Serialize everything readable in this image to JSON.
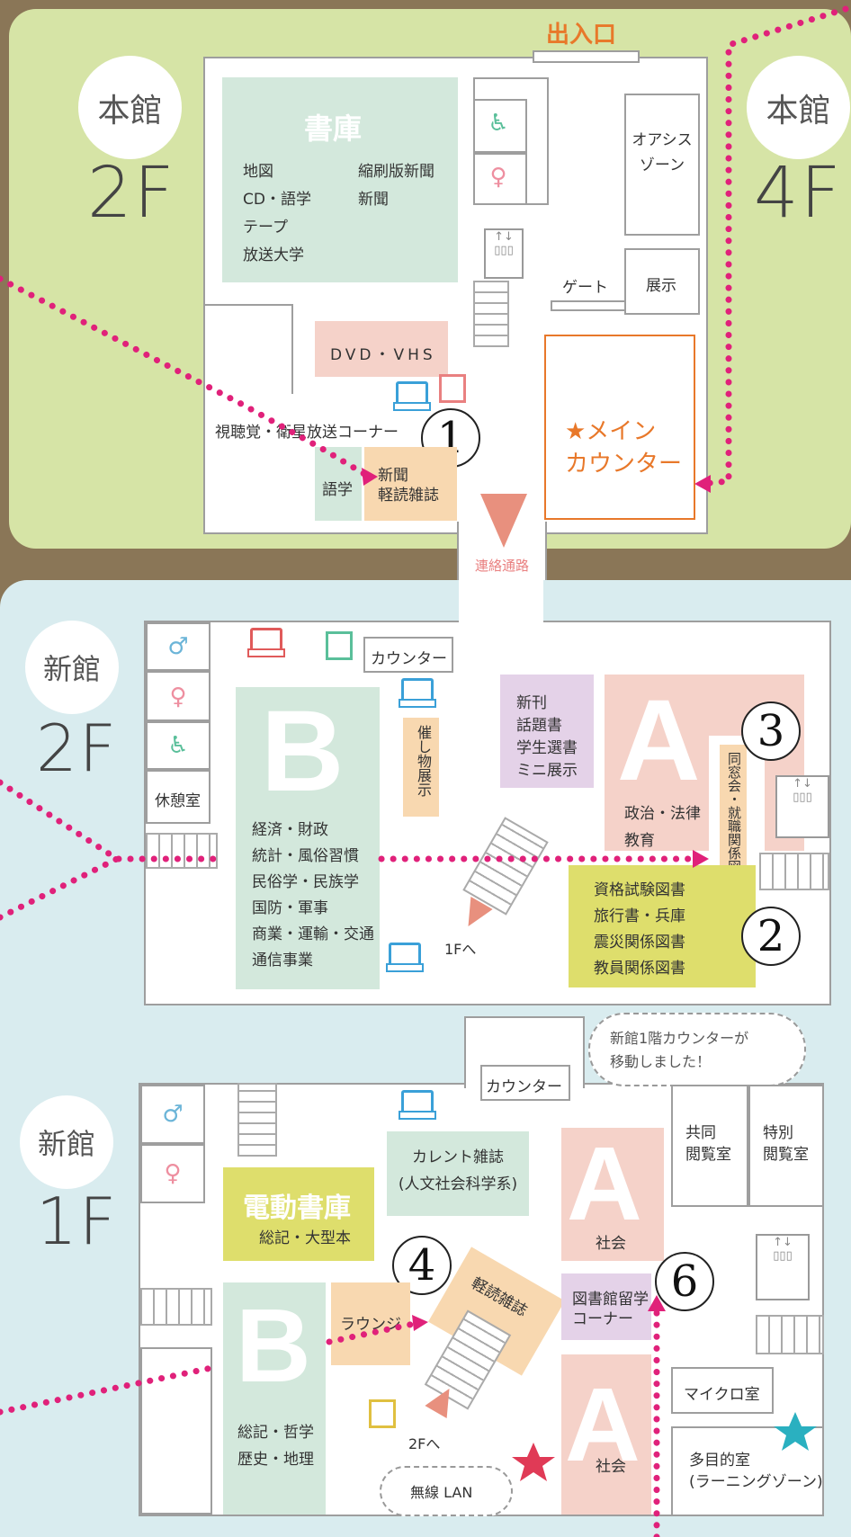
{
  "main_building_2f": {
    "building": "本館",
    "floor": "2F",
    "entrance": "出入口",
    "stack": {
      "title": "書庫",
      "items_left": [
        "地図",
        "CD・語学",
        "テープ",
        "放送大学"
      ],
      "items_right": [
        "縮刷版新聞",
        "新聞"
      ]
    },
    "oasis": "オアシス\nゾーン",
    "gate": "ゲート",
    "exhibit": "展示",
    "dvd": "DVD・VHS",
    "av_corner": "視聴覚・衛星放送コーナー",
    "language": "語学",
    "newspaper": "新聞\n軽読雑誌",
    "main_counter": "★メイン\nカウンター",
    "num1": "1"
  },
  "main_building_4f": {
    "building": "本館",
    "floor": "4F"
  },
  "connector": "連絡通路",
  "new_building_2f": {
    "building": "新館",
    "floor": "2F",
    "counter": "カウンター",
    "event": "催し物展示",
    "new_books": [
      "新刊",
      "話題書",
      "学生選書",
      "ミニ展示"
    ],
    "letter_a": "A",
    "a_items": [
      "政治・法律",
      "教育"
    ],
    "alumni": "同窓会・就職関係図書",
    "num3": "3",
    "num2": "2",
    "rest_room": "休憩室",
    "letter_b": "B",
    "b_items": [
      "経済・財政",
      "統計・風俗習慣",
      "民俗学・民族学",
      "国防・軍事",
      "商業・運輸・交通",
      "通信事業"
    ],
    "exam_items": [
      "資格試験図書",
      "旅行書・兵庫",
      "震災関係図書",
      "教員関係図書"
    ],
    "to_1f": "1Fへ"
  },
  "new_building_1f": {
    "building": "新館",
    "floor": "1F",
    "counter": "カウンター",
    "notice": "新館1階カウンターが\n移動しました！",
    "current": "カレント雑誌\n(人文社会科学系)",
    "shared_room": "共同\n閲覧室",
    "special_room": "特別\n閲覧室",
    "powered_stack_title": "電動書庫",
    "powered_stack_sub": "総記・大型本",
    "num4": "4",
    "light_magazines": "軽読雑誌",
    "lounge": "ラウンジ",
    "letter_b": "B",
    "b_items": [
      "総記・哲学",
      "歴史・地理"
    ],
    "letter_a": "A",
    "a_upper": "社会",
    "a_lower": "社会",
    "study_abroad": "図書館留学\nコーナー",
    "num6": "6",
    "micro": "マイクロ室",
    "multi": "多目的室\n(ラーニングゾーン)",
    "to_2f": "2Fへ",
    "wifi": "無線 LAN"
  },
  "colors": {
    "green_panel": "#d6e4a6",
    "blue_panel": "#d9ecef",
    "pink_dots": "#e0217a",
    "orange": "#e8782a",
    "a_pink": "#f5d2c9",
    "b_green": "#d3e8dc",
    "yellow": "#dede6c",
    "peach": "#f8d8b0",
    "lavender": "#e4d2e8"
  }
}
